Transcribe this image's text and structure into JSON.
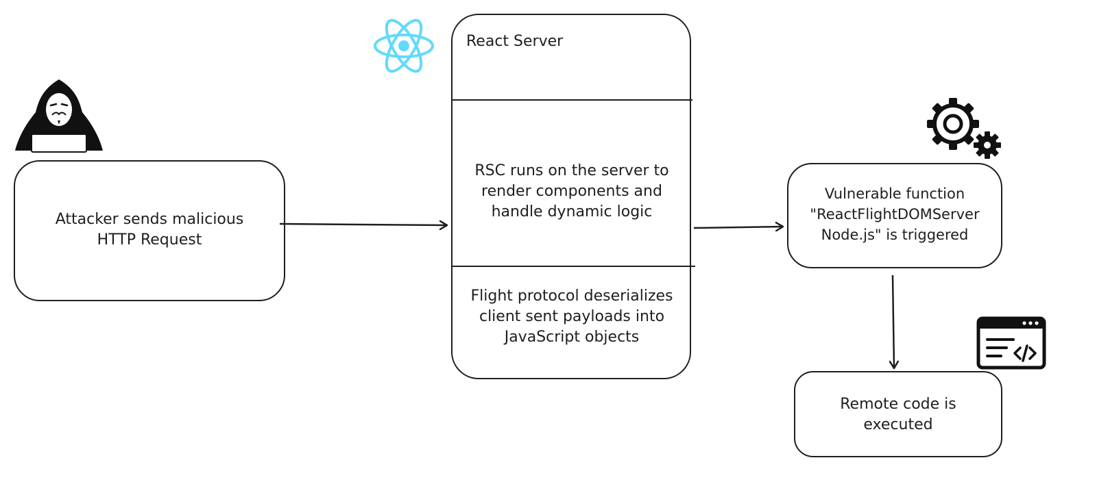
{
  "nodes": {
    "attacker_box": {
      "text": "Attacker sends malicious\nHTTP Request"
    },
    "react_server": {
      "title": "React Server",
      "section_rsc": "RSC runs on the server to\nrender components and\nhandle dynamic logic",
      "section_flight": "Flight protocol deserializes\nclient sent payloads into\nJavaScript objects"
    },
    "vulnerable_box": {
      "text": "Vulnerable function\n\"ReactFlightDOMServer\nNode.js\" is triggered"
    },
    "rce_box": {
      "text": "Remote code is\nexecuted"
    }
  },
  "icons": {
    "hacker": "hacker-icon",
    "react_logo": "react-logo-icon",
    "gears": "gears-icon",
    "code_window": "code-window-icon"
  },
  "colors": {
    "stroke": "#1e1e1e",
    "react_logo": "#61dafb"
  }
}
